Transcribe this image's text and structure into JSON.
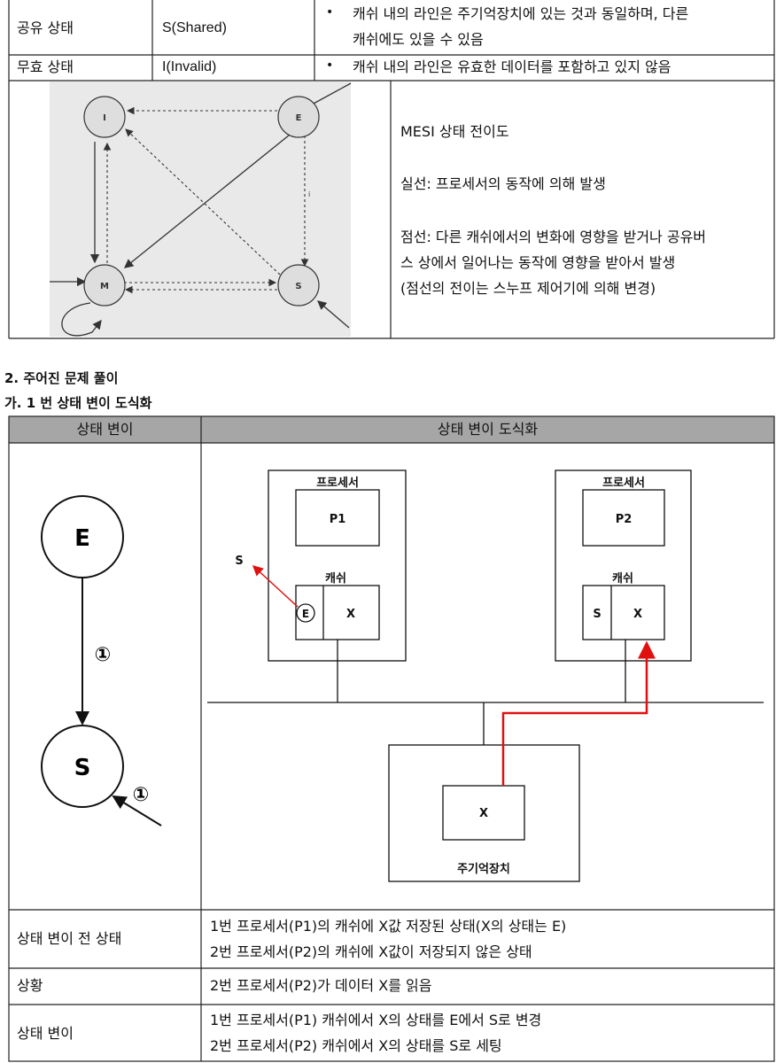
{
  "top_table": {
    "rows": [
      {
        "state": "공유 상태",
        "code": "S(Shared)",
        "desc_lines": [
          "캐쉬 내의 라인은 주기억장치에 있는 것과 동일하며, 다른",
          "캐쉬에도 있을 수 있음"
        ]
      },
      {
        "state": "무효 상태",
        "code": "I(Invalid)",
        "desc_lines": [
          "캐쉬 내의 라인은 유효한 데이터를 포함하고 있지 않음"
        ]
      }
    ],
    "bullet": "•"
  },
  "mesi": {
    "nodes": {
      "I": "I",
      "E": "E",
      "M": "M",
      "S": "S"
    },
    "edge_label": "i",
    "caption": {
      "title": "MESI 상태 전이도",
      "solid": "실선: 프로세서의 동작에 의해 발생",
      "dotted_1": "점선: 다른 캐쉬에서의 변화에 영향을 받거나 공유버",
      "dotted_2": "스 상에서 일어나는 동작에 영향을 받아서 발생",
      "dotted_3": "(점선의 전이는 스누프 제어기에 의해 변경)"
    }
  },
  "section": {
    "heading": "2. 주어진 문제 풀이",
    "subheading": "가. 1 번 상태 변이 도식화"
  },
  "main_table": {
    "header_left": "상태 변이",
    "header_right": "상태 변이 도식화",
    "state_diagram": {
      "top": "E",
      "bottom": "S",
      "step_label": "①"
    },
    "system": {
      "processor_label": "프로세서",
      "cache_label": "캐쉬",
      "p1": "P1",
      "p2": "P2",
      "p1_state": "E",
      "p1_value": "X",
      "p1_arrow_label": "S",
      "p2_state": "S",
      "p2_value": "X",
      "memory_value": "X",
      "memory_label": "주기억장치"
    },
    "rows": [
      {
        "label": "상태 변이 전 상태",
        "lines": [
          "1번 프로세서(P1)의 캐쉬에 X값 저장된 상태(X의 상태는 E)",
          "2번 프로세서(P2)의 캐쉬에 X값이 저장되지 않은 상태"
        ]
      },
      {
        "label": "상황",
        "lines": [
          "2번 프로세서(P2)가 데이터 X를 읽음"
        ]
      },
      {
        "label": "상태 변이",
        "lines": [
          "1번 프로세서(P1) 캐쉬에서 X의 상태를 E에서 S로 변경",
          "2번 프로세서(P2) 캐쉬에서 X의 상태를 S로 세팅"
        ]
      }
    ]
  }
}
